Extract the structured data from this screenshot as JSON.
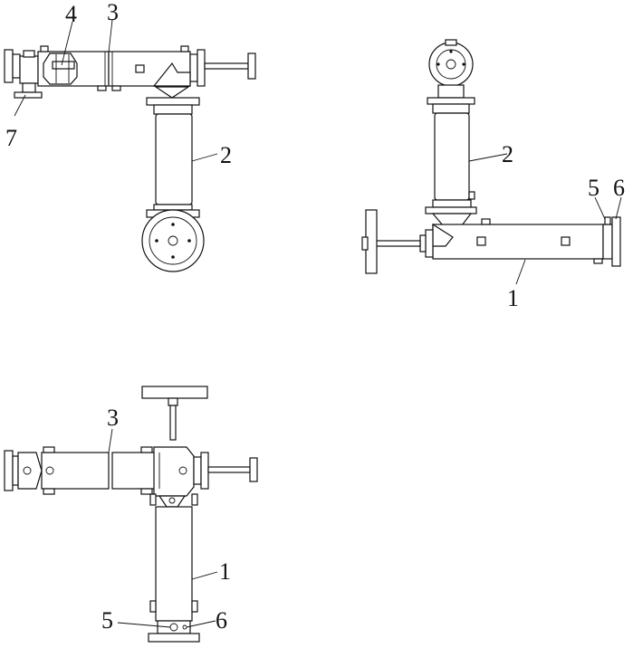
{
  "labels": {
    "v1_4": "4",
    "v1_3": "3",
    "v1_7": "7",
    "v1_2": "2",
    "v2_2": "2",
    "v2_5": "5",
    "v2_6": "6",
    "v2_1": "1",
    "v3_3": "3",
    "v3_1": "1",
    "v3_5": "5",
    "v3_6": "6"
  }
}
